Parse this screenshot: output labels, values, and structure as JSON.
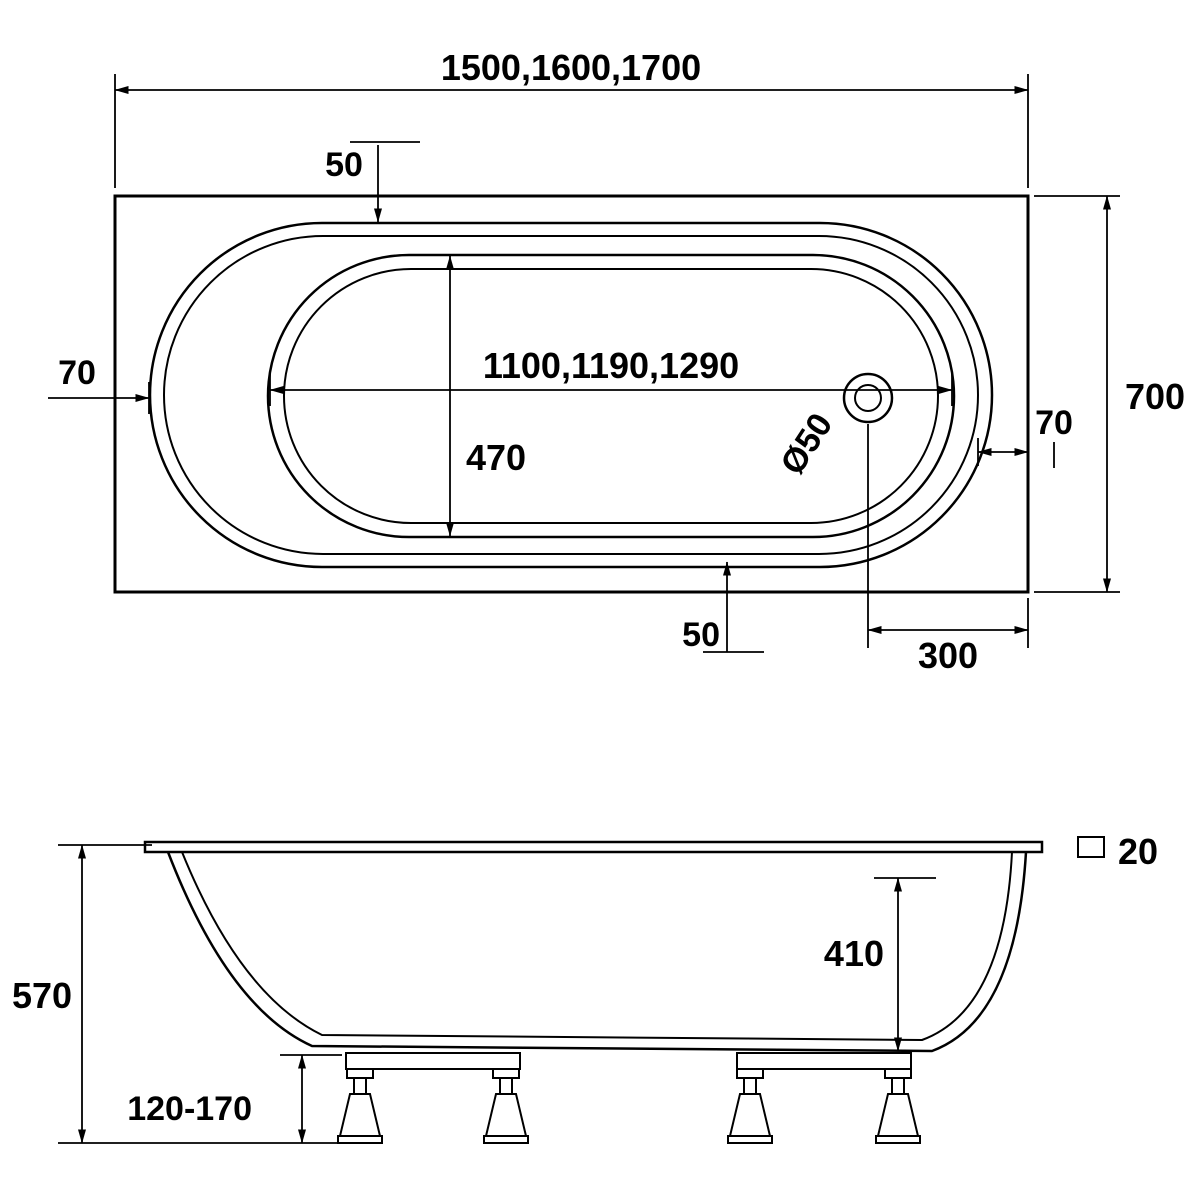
{
  "drawing": {
    "top_view": {
      "overall_length": "1500,1600,1700",
      "overall_width": "700",
      "basin_length": "1100,1190,1290",
      "basin_width": "470",
      "offset_top": "50",
      "offset_bottom": "50",
      "offset_left": "70",
      "offset_right": "70",
      "drain_diameter": "Ø50",
      "drain_offset_right": "300"
    },
    "side_view": {
      "overall_height": "570",
      "inner_depth": "410",
      "rim_thickness": "20",
      "leg_height_range": "120-170"
    }
  }
}
